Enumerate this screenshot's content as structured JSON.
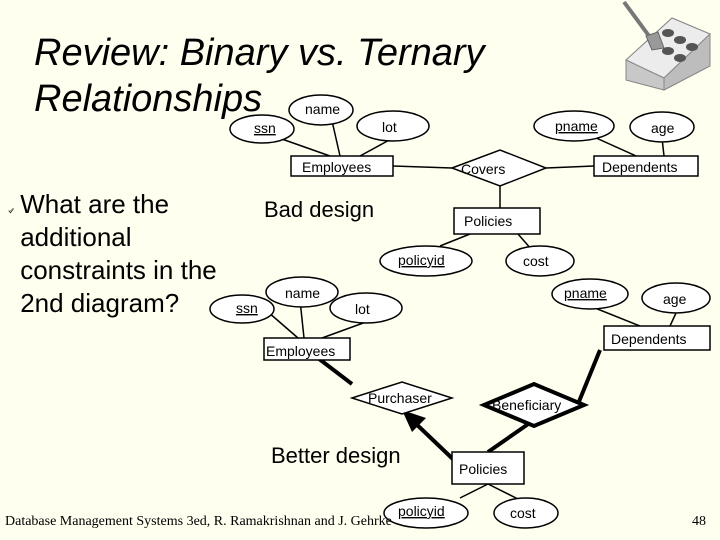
{
  "slide": {
    "title_line1": "Review: Binary vs. Ternary",
    "title_line2": "Relationships",
    "bullet_text": "What are the additional constraints in the 2nd diagram?",
    "footer": "Database Management Systems 3ed,  R. Ramakrishnan and J. Gehrke",
    "page_number": "48"
  },
  "bad_design": {
    "label": "Bad design",
    "attrs": {
      "name": "name",
      "ssn": "ssn",
      "lot": "lot",
      "pname": "pname",
      "age": "age",
      "policyid": "policyid",
      "cost": "cost"
    },
    "entities": {
      "employees": "Employees",
      "dependents": "Dependents",
      "policies": "Policies"
    },
    "relationships": {
      "covers": "Covers"
    }
  },
  "better_design": {
    "label": "Better design",
    "attrs": {
      "name": "name",
      "ssn": "ssn",
      "lot": "lot",
      "pname": "pname",
      "age": "age",
      "policyid": "policyid",
      "cost": "cost"
    },
    "entities": {
      "employees": "Employees",
      "dependents": "Dependents",
      "policies": "Policies"
    },
    "relationships": {
      "purchaser": "Purchaser",
      "beneficiary": "Beneficiary"
    }
  },
  "colors": {
    "background": "#fffff0",
    "ink": "#000000"
  },
  "icons": {
    "bullet": "checkmark-bullet-icon",
    "logo": "database-logo-icon"
  }
}
